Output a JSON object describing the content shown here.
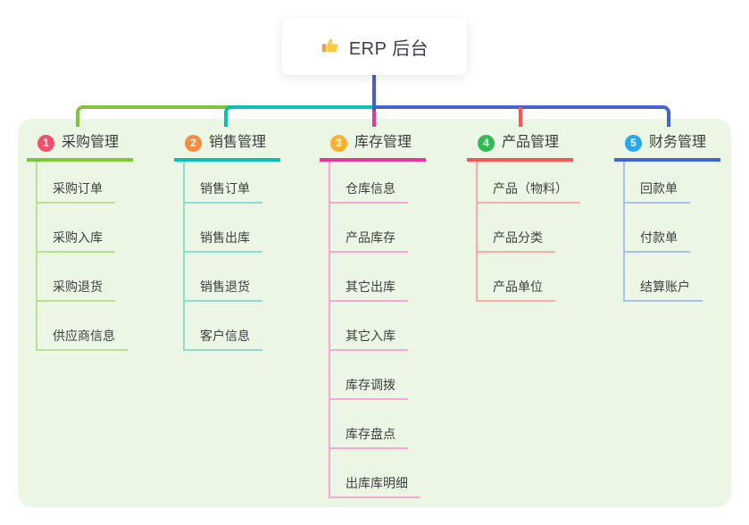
{
  "root": {
    "title": "ERP 后台",
    "icon": "thumbs-up-icon"
  },
  "colors": {
    "panel_bg": "#EBF7E4",
    "root_line": "#4A5CD2",
    "header_text": "#3C3C3C",
    "child_text": "#3F3F3F"
  },
  "branches": [
    {
      "number": "1",
      "label": "采购管理",
      "badge_color": "#F1506C",
      "line_color": "#82C33E",
      "child_line_color": "#BCDF97",
      "children": [
        "采购订单",
        "采购入库",
        "采购退货",
        "供应商信息"
      ]
    },
    {
      "number": "2",
      "label": "销售管理",
      "badge_color": "#F98C41",
      "line_color": "#0BBFB2",
      "child_line_color": "#8EDCD4",
      "children": [
        "销售订单",
        "销售出库",
        "销售退货",
        "客户信息"
      ]
    },
    {
      "number": "3",
      "label": "库存管理",
      "badge_color": "#F9B02C",
      "line_color": "#E43A97",
      "child_line_color": "#F6A8D3",
      "children": [
        "仓库信息",
        "产品库存",
        "其它出库",
        "其它入库",
        "库存调拨",
        "库存盘点",
        "出库库明细"
      ]
    },
    {
      "number": "4",
      "label": "产品管理",
      "badge_color": "#2FBC56",
      "line_color": "#F85555",
      "child_line_color": "#FBABA9",
      "children": [
        "产品（物料）",
        "产品分类",
        "产品单位"
      ]
    },
    {
      "number": "5",
      "label": "财务管理",
      "badge_color": "#2AA7E8",
      "line_color": "#4563D4",
      "child_line_color": "#A7C0EC",
      "children": [
        "回款单",
        "付款单",
        "结算账户"
      ]
    }
  ]
}
